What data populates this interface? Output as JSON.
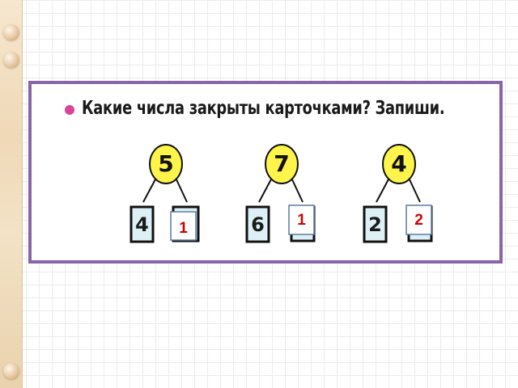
{
  "task": {
    "text": "Какие числа закрыты карточками? Запиши."
  },
  "decompositions": [
    {
      "whole": "5",
      "part_left": "4",
      "part_right_card": "1"
    },
    {
      "whole": "7",
      "part_left": "6",
      "part_right_card": "1"
    },
    {
      "whole": "4",
      "part_left": "2",
      "part_right_card": "2"
    }
  ],
  "colors": {
    "frame": "#8a64a8",
    "circle_fill": "#fff44a",
    "box_fill": "#ddf0f5",
    "card_number": "#d00000",
    "bullet": "#d9439a"
  }
}
